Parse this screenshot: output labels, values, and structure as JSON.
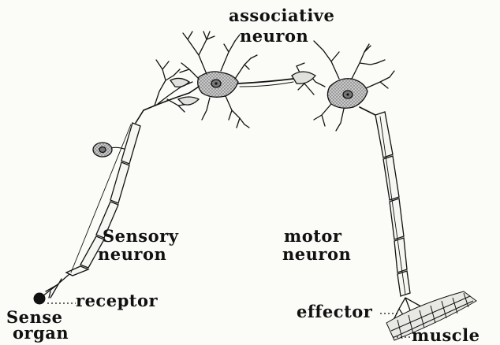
{
  "labels": {
    "associative_line1": "associative",
    "associative_line2": "neuron",
    "sensory_line1": "Sensory",
    "sensory_line2": "neuron",
    "motor_line1": "motor",
    "motor_line2": "neuron",
    "receptor": "receptor",
    "sense_line1": "Sense",
    "sense_line2": "organ",
    "effector": "effector",
    "muscle": "muscle"
  }
}
